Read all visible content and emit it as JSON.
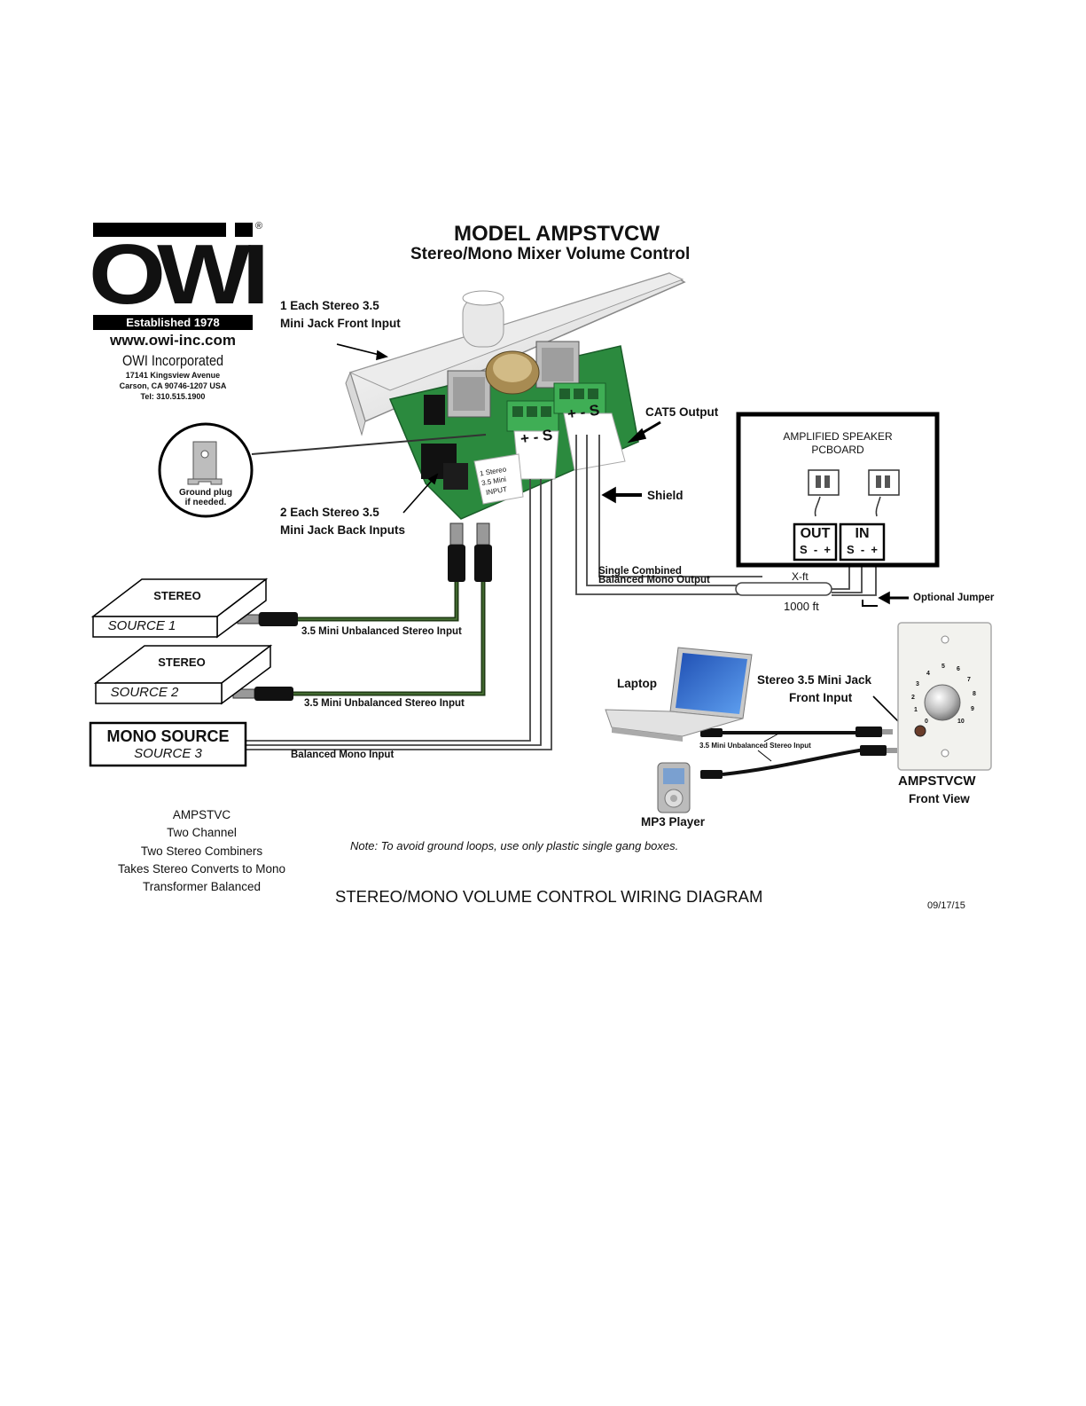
{
  "title": "MODEL AMPSTVCW",
  "subtitle": "Stereo/Mono Mixer Volume Control",
  "logo": {
    "wordmark": "OWI",
    "registered": "®",
    "established": "Established 1978",
    "website": "www.owi-inc.com",
    "company": "OWI Incorporated",
    "address1": "17141 Kingsview Avenue",
    "address2": "Carson, CA 90746-1207 USA",
    "phone": "Tel: 310.515.1900"
  },
  "labels": {
    "front_input_1": "1 Each Stereo 3.5",
    "front_input_2": "Mini Jack Front Input",
    "back_inputs_1": "2 Each Stereo 3.5",
    "back_inputs_2": "Mini Jack Back Inputs",
    "ground_plug_1": "Ground plug",
    "ground_plug_2": "if needed.",
    "cat5": "CAT5 Output",
    "shield": "Shield",
    "single_combined_1": "Single Combined",
    "single_combined_2": "Balanced Mono Output",
    "xft": "X-ft",
    "ft1000": "1000 ft",
    "optional_jumper": "Optional Jumper",
    "unbalanced_input_1": "3.5 Mini Unbalanced Stereo Input",
    "unbalanced_input_2": "3.5 Mini Unbalanced Stereo Input",
    "balanced_mono_input": "Balanced Mono Input",
    "laptop": "Laptop",
    "mp3": "MP3 Player",
    "front_jack_1": "Stereo 3.5 Mini Jack",
    "front_jack_2": "Front Input",
    "small_unbalanced": "3.5 Mini Unbalanced Stereo Input",
    "front_view_model": "AMPSTVCW",
    "front_view": "Front View"
  },
  "terminals": {
    "left": "+ - S",
    "right": "+ - S",
    "board_text_1": "1 Stereo",
    "board_text_2": "3.5 Mini",
    "board_text_3": "INPUT"
  },
  "sources": [
    {
      "top": "STEREO",
      "bottom": "SOURCE 1"
    },
    {
      "top": "STEREO",
      "bottom": "SOURCE 2"
    },
    {
      "top": "MONO SOURCE",
      "bottom": "SOURCE 3"
    }
  ],
  "speaker": {
    "title1": "AMPLIFIED SPEAKER",
    "title2": "PCBOARD",
    "out": "OUT",
    "out_pins": "S  -  +",
    "in": "IN",
    "in_pins": "S  -  +"
  },
  "knob_scale": [
    "0",
    "1",
    "2",
    "3",
    "4",
    "5",
    "6",
    "7",
    "8",
    "9",
    "10"
  ],
  "notes": {
    "features": [
      "AMPSTVC",
      "Two Channel",
      "Two Stereo Combiners",
      "Takes Stereo Converts to Mono",
      "Transformer Balanced"
    ],
    "note": "Note: To avoid ground loops, use only plastic single gang boxes.",
    "footer_title": "STEREO/MONO VOLUME CONTROL WIRING DIAGRAM",
    "date": "09/17/15"
  },
  "colors": {
    "wire_green": "#1f3a14",
    "board_green": "#2b8a3e",
    "terminal_green": "#3fae55",
    "plate": "#f2f2ee"
  }
}
